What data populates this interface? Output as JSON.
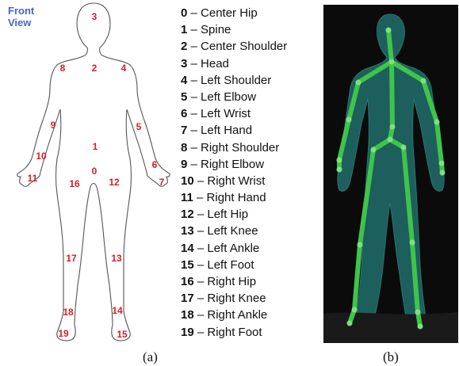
{
  "panel_a": {
    "front_view_label": "Front\nView",
    "caption": "(a)",
    "joint_labels": [
      "0",
      "1",
      "2",
      "3",
      "4",
      "5",
      "6",
      "7",
      "8",
      "9",
      "10",
      "11",
      "12",
      "13",
      "14",
      "15",
      "16",
      "17",
      "18",
      "19"
    ]
  },
  "legend": [
    {
      "num": "0",
      "text": " – Center Hip"
    },
    {
      "num": "1",
      "text": " – Spine"
    },
    {
      "num": "2",
      "text": " – Center Shoulder"
    },
    {
      "num": "3",
      "text": " – Head"
    },
    {
      "num": "4",
      "text": " – Left Shoulder"
    },
    {
      "num": "5",
      "text": " – Left Elbow"
    },
    {
      "num": "6",
      "text": " – Left Wrist"
    },
    {
      "num": "7",
      "text": " – Left Hand"
    },
    {
      "num": "8",
      "text": " – Right Shoulder"
    },
    {
      "num": "9",
      "text": " – Right Elbow"
    },
    {
      "num": "10",
      "text": " – Right Wrist"
    },
    {
      "num": "11",
      "text": " – Right Hand"
    },
    {
      "num": "12",
      "text": " – Left Hip"
    },
    {
      "num": "13",
      "text": " – Left Knee"
    },
    {
      "num": "14",
      "text": " – Left Ankle"
    },
    {
      "num": "15",
      "text": " – Left Foot"
    },
    {
      "num": "16",
      "text": " – Right Hip"
    },
    {
      "num": "17",
      "text": " – Right Knee"
    },
    {
      "num": "18",
      "text": " – Right Ankle"
    },
    {
      "num": "19",
      "text": " – Right Foot"
    }
  ],
  "panel_b": {
    "caption": "(b)"
  },
  "colors": {
    "joint_label": "#d21f28",
    "front_view": "#4a63c9",
    "silhouette": "#1d5f5c",
    "skeleton": "#3fc44b",
    "background_b": "#0b0b0b"
  }
}
